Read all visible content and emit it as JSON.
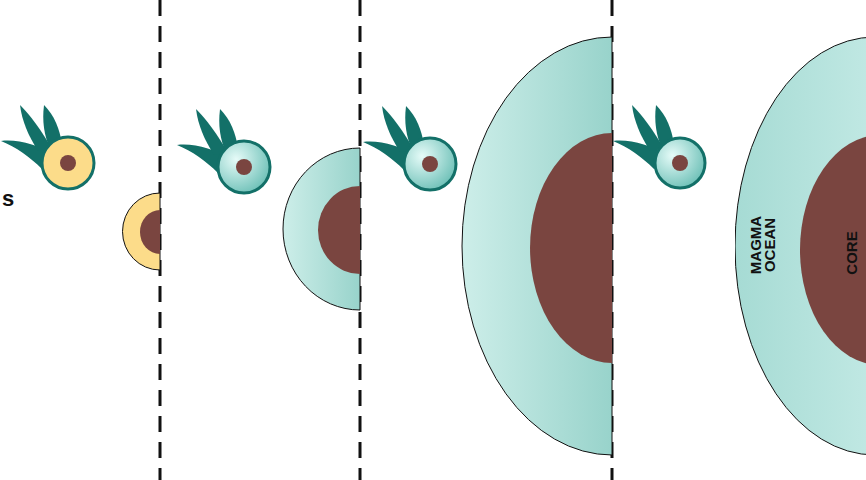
{
  "diagram": {
    "nodes": [
      {
        "text": [
          "MAGMA OCEAN"
        ]
      },
      {
        "text": [
          "CORE"
        ],
        "in": 0
      }
    ],
    "labels": [
      "s"
    ]
  }
}
